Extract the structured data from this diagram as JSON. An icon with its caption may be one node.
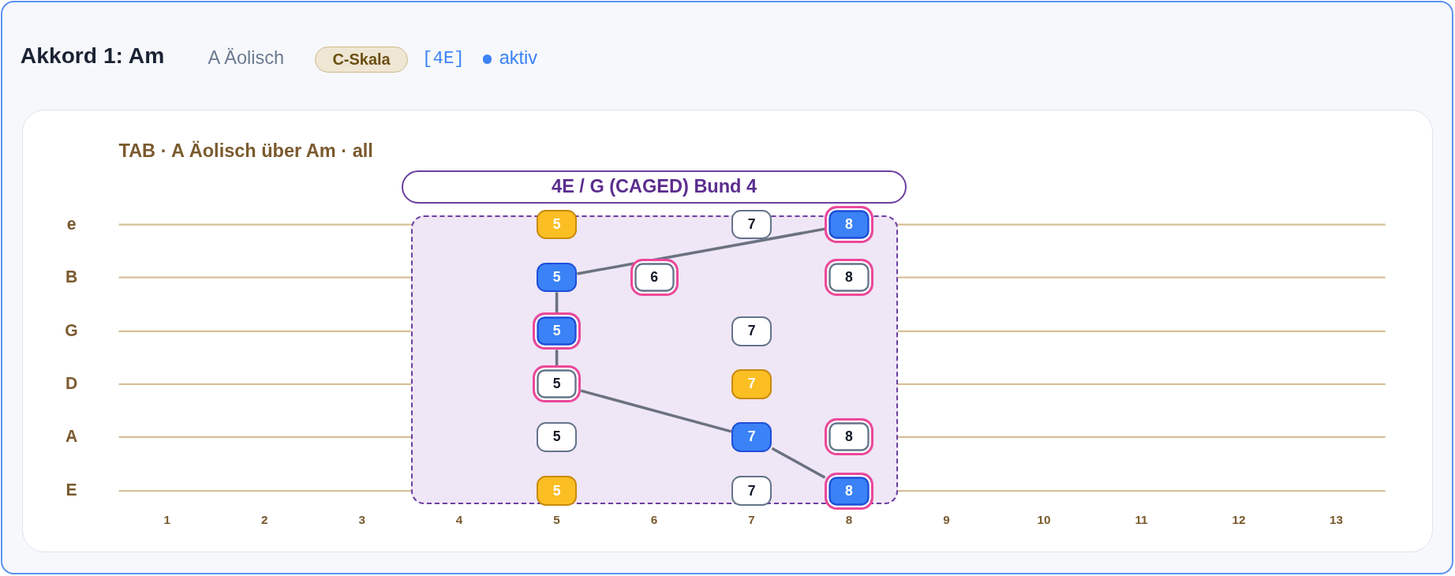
{
  "diagram": {
    "title": "Akkord 1: Am",
    "nodes": [
      {
        "text": [
          "4E / G (CAGED) Bund 4"
        ]
      },
      {
        "text": [
          "5"
        ],
        "in": 0
      },
      {
        "text": [
          "7"
        ],
        "in": 0
      },
      {
        "text": [
          "8"
        ],
        "in": 0
      },
      {
        "text": [
          "5"
        ],
        "in": 0
      },
      {
        "text": [
          "6"
        ],
        "in": 0
      },
      {
        "text": [
          "8"
        ],
        "in": 0
      },
      {
        "text": [
          "5"
        ],
        "in": 0
      },
      {
        "text": [
          "7"
        ],
        "in": 0
      },
      {
        "text": [
          "5"
        ],
        "in": 0
      },
      {
        "text": [
          "7"
        ],
        "in": 0
      },
      {
        "text": [
          "5"
        ],
        "in": 0
      },
      {
        "text": [
          "7"
        ],
        "in": 0
      },
      {
        "text": [
          "8"
        ],
        "in": 0
      },
      {
        "text": [
          "5"
        ],
        "in": 0
      },
      {
        "text": [
          "7"
        ],
        "in": 0
      },
      {
        "text": [
          "8"
        ],
        "in": 0
      }
    ],
    "edges": [
      {
        "from": 4,
        "to": 3,
        "arrow": "none"
      },
      {
        "from": 4,
        "to": 7,
        "arrow": "none"
      },
      {
        "from": 7,
        "to": 9,
        "arrow": "none"
      },
      {
        "from": 9,
        "to": 12,
        "arrow": "none"
      },
      {
        "from": 12,
        "to": 16,
        "arrow": "none"
      }
    ],
    "labels": [
      "A Äolisch",
      "C-Skala",
      "[4E]",
      "aktiv",
      "TAB · A Äolisch über Am · all",
      "e",
      "B",
      "G",
      "D",
      "A",
      "E",
      "1",
      "2",
      "3",
      "4",
      "5",
      "6",
      "7",
      "8",
      "9",
      "10",
      "11",
      "12",
      "13"
    ]
  }
}
